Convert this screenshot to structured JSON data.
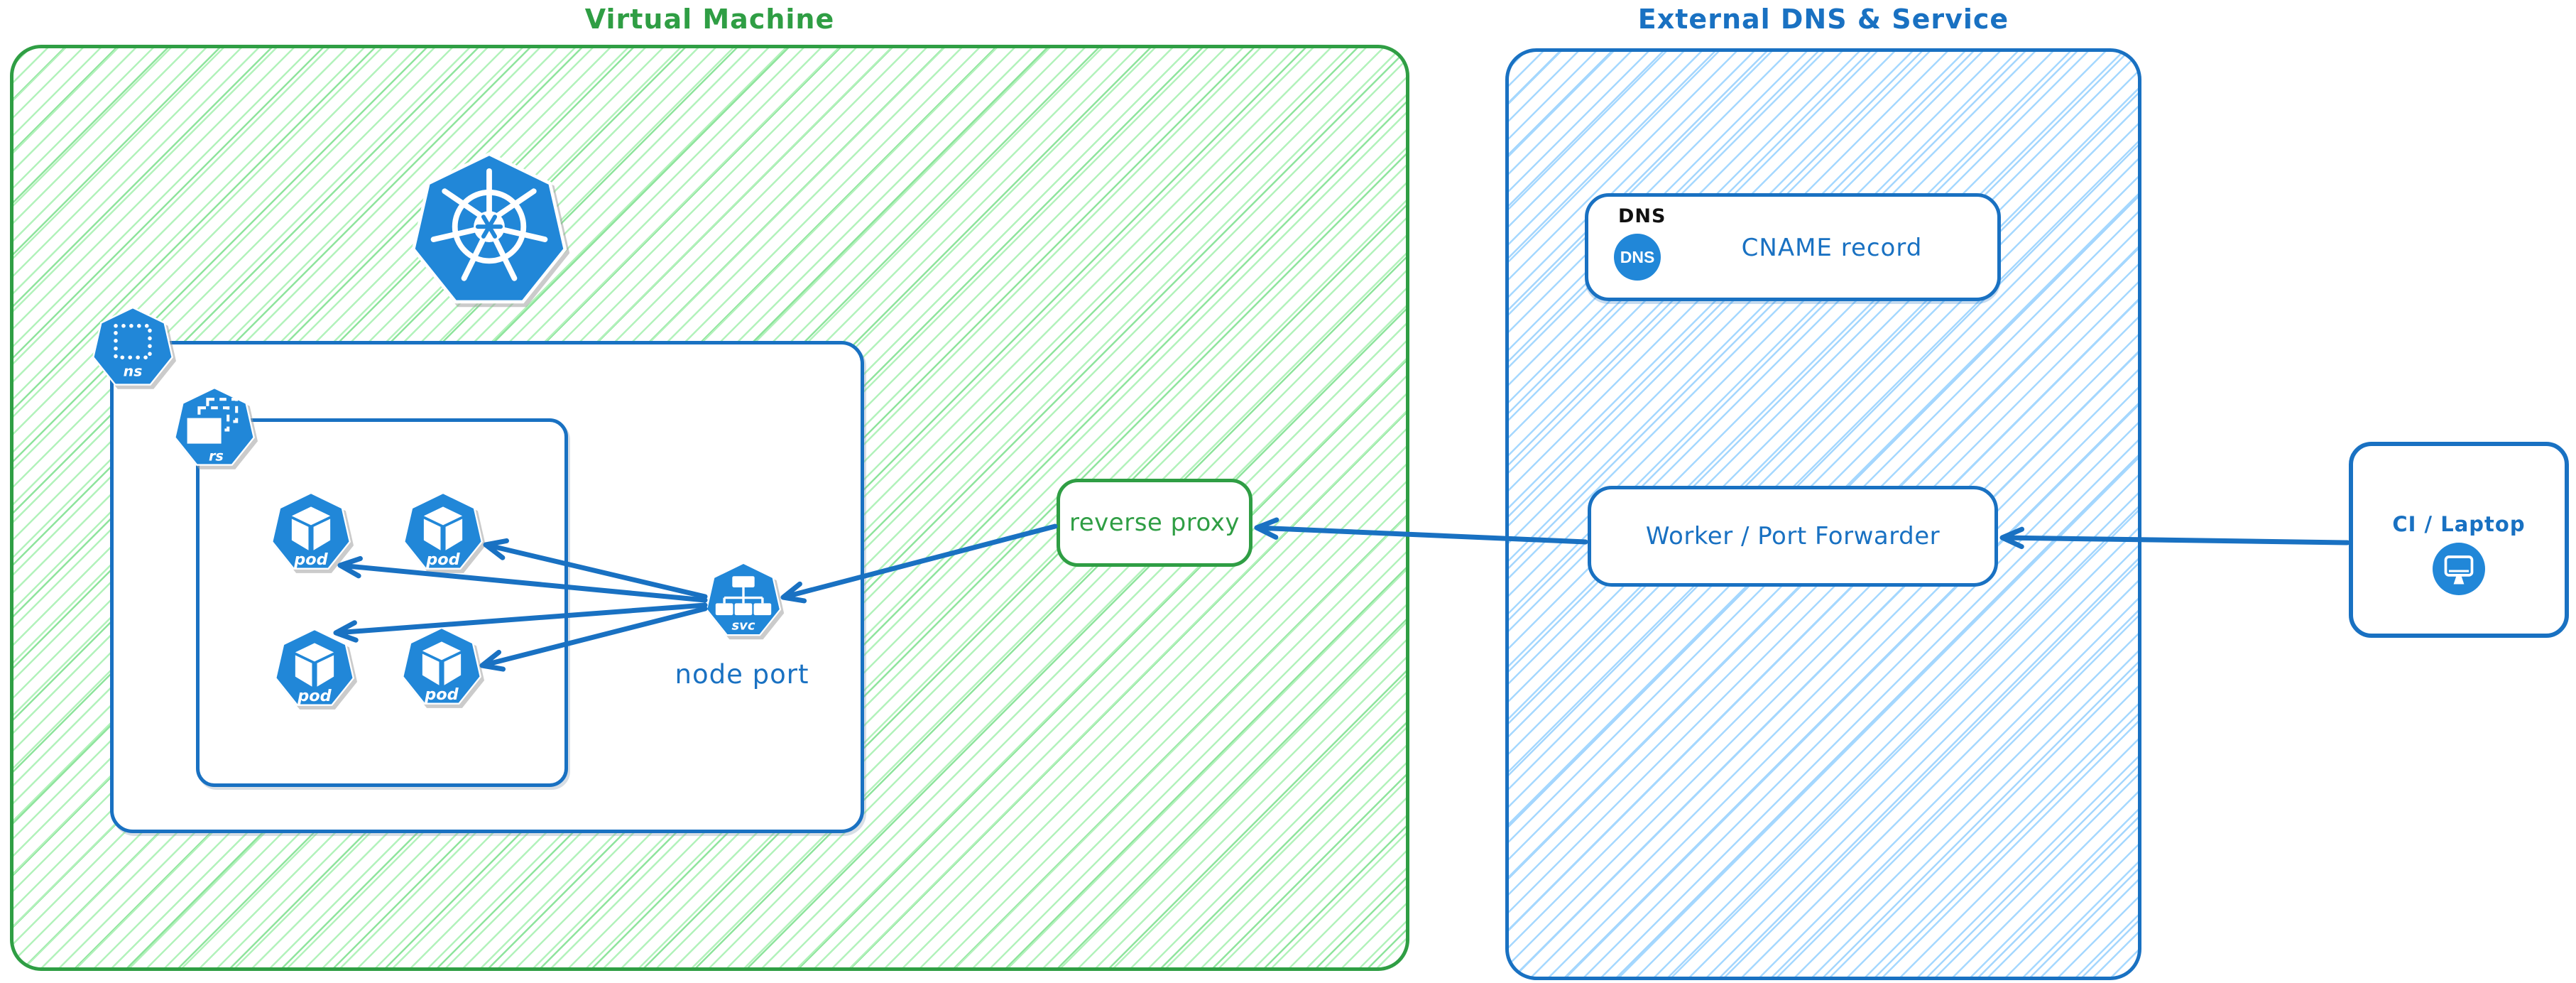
{
  "colors": {
    "green_stroke": "#2f9e44",
    "green_hatch": "#b2f2bb",
    "blue_stroke": "#1971c2",
    "blue_hatch": "#a5d8ff",
    "icon_blue": "#2187d8"
  },
  "vm": {
    "title": "Virtual Machine"
  },
  "external": {
    "title": "External DNS & Service"
  },
  "cluster": {
    "namespace_label": "ns",
    "replicaset_label": "rs",
    "pod_label": "pod",
    "service_label": "svc",
    "service_caption": "node port"
  },
  "reverse_proxy": {
    "label": "reverse proxy"
  },
  "dns_card": {
    "header": "DNS",
    "badge": "DNS",
    "label": "CNAME record"
  },
  "worker": {
    "label": "Worker / Port Forwarder"
  },
  "ci": {
    "label": "CI / Laptop"
  }
}
